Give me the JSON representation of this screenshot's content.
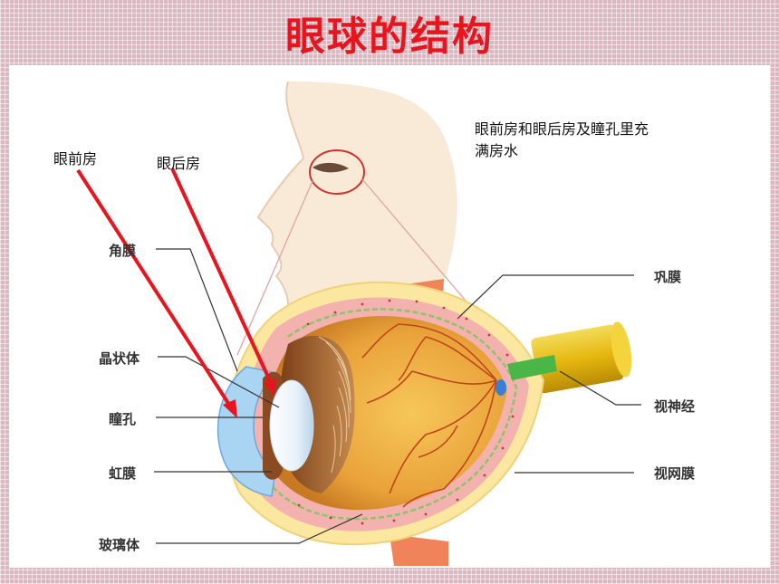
{
  "title": "眼球的结构",
  "annotations": {
    "anterior_chamber": "眼前房",
    "posterior_chamber": "眼后房",
    "note_line1": "眼前房和眼后房及瞳孔里充",
    "note_line2": "满房水"
  },
  "labels": {
    "cornea": "角膜",
    "lens": "晶状体",
    "pupil": "瞳孔",
    "iris": "虹膜",
    "vitreous": "玻璃体",
    "sclera": "巩膜",
    "optic_nerve": "视神经",
    "retina": "视网膜"
  },
  "colors": {
    "title": "#e8141e",
    "arrow": "#e8141e",
    "sclera": "#fbe7a0",
    "choroid": "#f4b2ae",
    "eyeball_interior": "#e9a23a",
    "optic_nerve": "#e8c21a"
  }
}
